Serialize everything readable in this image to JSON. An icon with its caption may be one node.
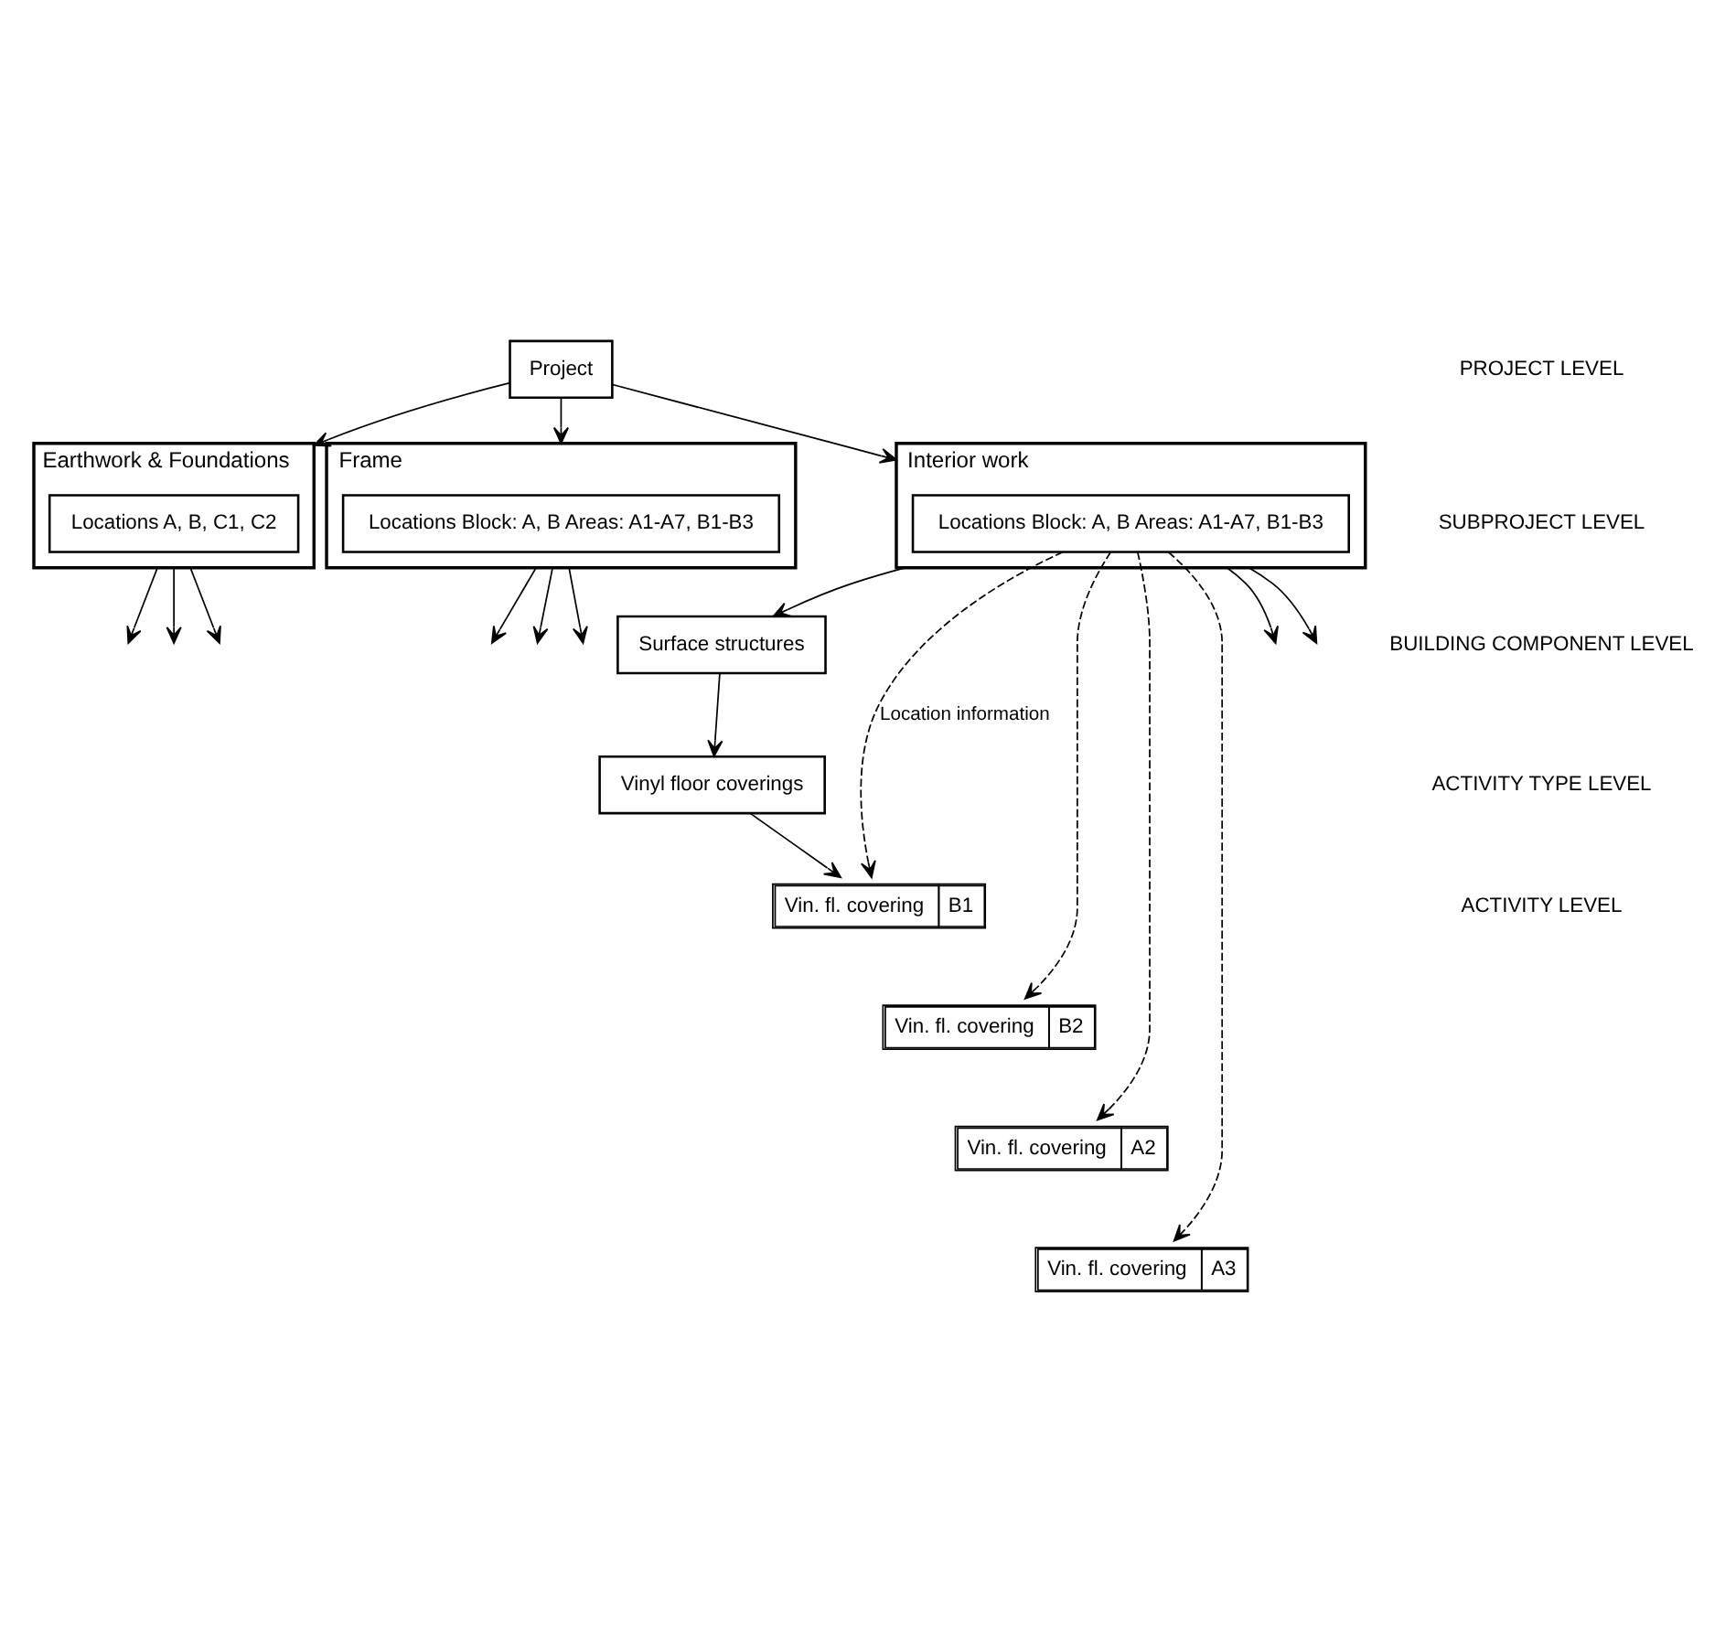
{
  "diagram": {
    "nodes": [
      {
        "text": [
          "Project"
        ]
      },
      {
        "text": [
          "Earthwork & Foundations"
        ]
      },
      {
        "text": [
          "Locations A, B, C1, C2"
        ],
        "in": 1
      },
      {
        "text": [
          "Frame"
        ]
      },
      {
        "text": [
          "Locations Block: A, B Areas: A1-A7, B1-B3"
        ],
        "in": 3
      },
      {
        "text": [
          "Interior work"
        ]
      },
      {
        "text": [
          "Locations Block: A, B Areas: A1-A7, B1-B3"
        ],
        "in": 5
      },
      {
        "text": [
          "Surface structures"
        ]
      },
      {
        "text": [
          "Vinyl floor coverings"
        ]
      },
      {
        "text": [
          "Vin. fl. covering",
          "B1"
        ]
      },
      {
        "text": [
          "Vin. fl. covering",
          "B2"
        ]
      },
      {
        "text": [
          "Vin. fl. covering",
          "A2"
        ]
      },
      {
        "text": [
          "Vin. fl. covering",
          "A3"
        ]
      }
    ],
    "edges": [
      {
        "from": 0,
        "to": 1,
        "arrow": "to"
      },
      {
        "from": 0,
        "to": 3,
        "arrow": "to"
      },
      {
        "from": 0,
        "to": 5,
        "arrow": "to"
      },
      {
        "from": 1,
        "to": null,
        "arrow": "to"
      },
      {
        "from": 1,
        "to": null,
        "arrow": "to"
      },
      {
        "from": 1,
        "to": null,
        "arrow": "to"
      },
      {
        "from": 3,
        "to": null,
        "arrow": "to"
      },
      {
        "from": 3,
        "to": null,
        "arrow": "to"
      },
      {
        "from": 3,
        "to": null,
        "arrow": "to"
      },
      {
        "from": 5,
        "to": null,
        "arrow": "to"
      },
      {
        "from": 5,
        "to": null,
        "arrow": "to"
      },
      {
        "from": 5,
        "to": 7,
        "arrow": "to"
      },
      {
        "from": 7,
        "to": 8,
        "arrow": "to"
      },
      {
        "from": 8,
        "to": 9,
        "arrow": "to"
      },
      {
        "from": 6,
        "to": 9,
        "arrow": "to",
        "style": "dashed",
        "label": "Location information"
      },
      {
        "from": 6,
        "to": 10,
        "arrow": "to",
        "style": "dashed"
      },
      {
        "from": 6,
        "to": 11,
        "arrow": "to",
        "style": "dashed"
      },
      {
        "from": 6,
        "to": 12,
        "arrow": "to",
        "style": "dashed"
      }
    ],
    "labels": [
      "PROJECT LEVEL",
      "SUBPROJECT LEVEL",
      "BUILDING COMPONENT LEVEL",
      "ACTIVITY TYPE LEVEL",
      "ACTIVITY LEVEL"
    ]
  }
}
